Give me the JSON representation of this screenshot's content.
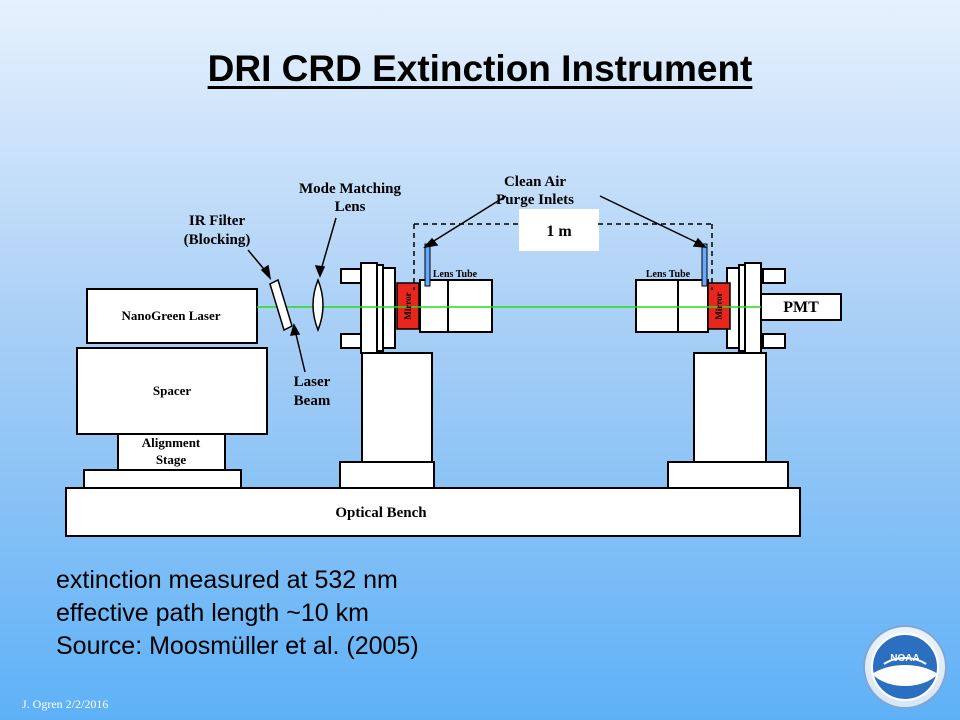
{
  "slide": {
    "title": "DRI CRD Extinction Instrument",
    "bullets": [
      "extinction measured at 532 nm",
      "effective path length ~10 km",
      "Source: Moosmüller et al. (2005)"
    ],
    "footer": "J. Ogren  2/2/2016",
    "logo_text": "NOAA"
  },
  "diagram": {
    "labels": {
      "mode_matching_1": "Mode Matching",
      "mode_matching_2": "Lens",
      "ir_filter_1": "IR Filter",
      "ir_filter_2": "(Blocking)",
      "clean_air_1": "Clean Air",
      "clean_air_2": "Purge Inlets",
      "distance": "1 m",
      "lens_tube_left": "Lens Tube",
      "lens_tube_right": "Lens Tube",
      "laser": "NanoGreen Laser",
      "spacer": "Spacer",
      "alignment_1": "Alignment",
      "alignment_2": "Stage",
      "laser_beam_1": "Laser",
      "laser_beam_2": "Beam",
      "pmt": "PMT",
      "mirror_left": "Mirror",
      "mirror_right": "Mirror",
      "optical_bench": "Optical Bench"
    },
    "colors": {
      "beam": "#22dd22",
      "mirror": "#e8261c",
      "outline": "#000000",
      "fill": "#ffffff",
      "inlet": "#66aaff"
    }
  }
}
